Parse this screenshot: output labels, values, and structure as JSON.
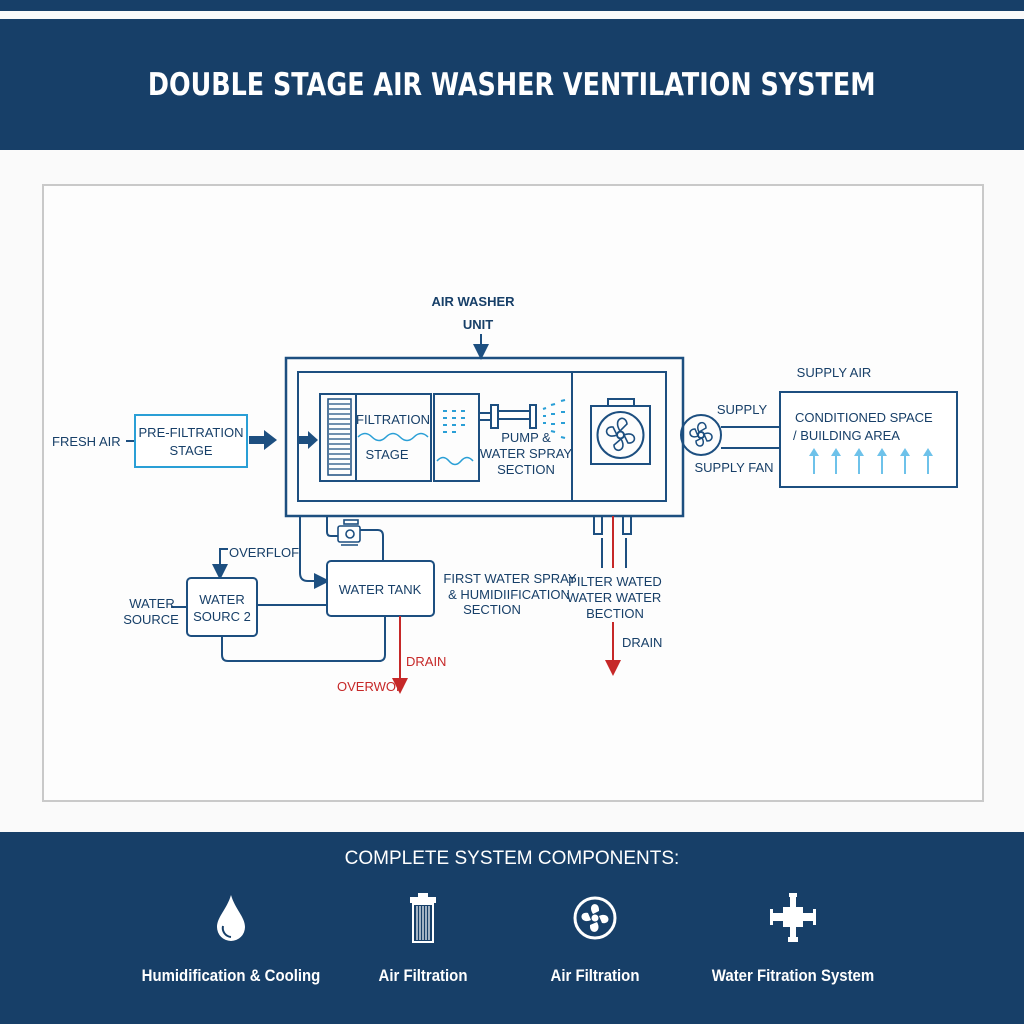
{
  "header": {
    "title": "DOUBLE STAGE AIR WASHER VENTILATION SYSTEM"
  },
  "colors": {
    "navy": "#173f68",
    "line": "#1d4f80",
    "accent_blue": "#2a9fd6",
    "light_blue": "#6ec2ea",
    "drain_red": "#c62828"
  },
  "diagram": {
    "air_washer_label_line1": "AIR WASHER",
    "air_washer_label_line2": "UNIT",
    "fresh_air": "FRESH AIR",
    "pre_filtration_line1": "PRE-FILTRATION",
    "pre_filtration_line2": "STAGE",
    "filtration_line1": "FILTRATION",
    "filtration_line2": "STAGE",
    "pump_line1": "PUMP &",
    "pump_line2": "WATER SPRAY",
    "pump_line3": "SECTION",
    "supply_air": "SUPPLY AIR",
    "supply": "SUPPLY",
    "supply_fan": "SUPPLY FAN",
    "conditioned_line1": "CONDITIONED SPACE",
    "conditioned_line2": "/ BUILDING AREA",
    "overflow_top": "OVERFLOF",
    "water_source_line1": "WATER",
    "water_source_line2": "SOURCE",
    "water_source2_line1": "WATER",
    "water_source2_line2": "SOURC 2",
    "water_tank": "WATER TANK",
    "first_spray_line1": "FIRST WATER SPRAY",
    "first_spray_line2": "& HUMIDIIFICATION",
    "first_spray_line3": "SECTION",
    "drain_left": "DRAIN",
    "overflow_bottom": "OVERWOF",
    "filter_water_line1": "PILTER WATED",
    "filter_water_line2": "WATER WATER",
    "filter_water_line3": "BECTION",
    "drain_right": "DRAIN"
  },
  "footer": {
    "title": "COMPLETE SYSTEM COMPONENTS:",
    "components": [
      {
        "icon": "water-drop-icon",
        "label": "Humidification & Cooling"
      },
      {
        "icon": "air-filter-icon",
        "label": "Air Filtration"
      },
      {
        "icon": "fan-icon",
        "label": "Air Filtration"
      },
      {
        "icon": "pipe-fitting-icon",
        "label": "Water Fitration System"
      }
    ]
  }
}
